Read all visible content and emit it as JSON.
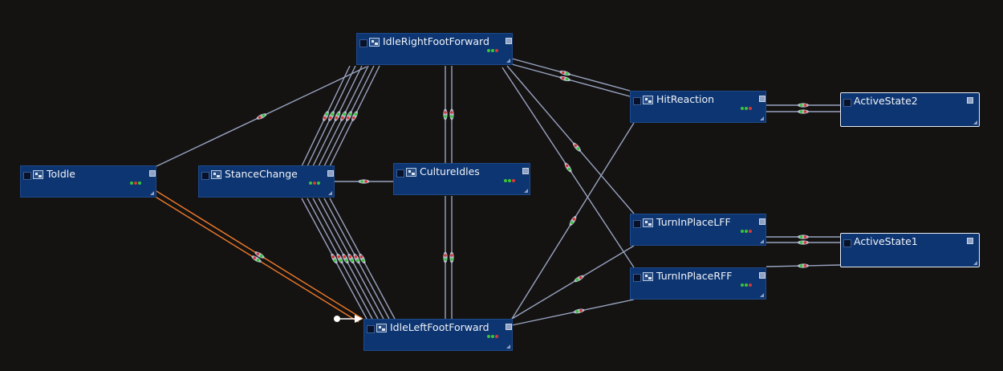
{
  "colors": {
    "background": "#141312",
    "node_fill": "#0d3571",
    "link": "#9aa3c0",
    "link_highlight": "#f07a2a",
    "condition_red": "#d43a3a",
    "condition_green": "#3ac43a"
  },
  "nodes": {
    "toidle": "ToIdle",
    "stance_change": "StanceChange",
    "idle_right": "IdleRightFootForward",
    "culture_idles": "CultureIdles",
    "idle_left": "IdleLeftFootForward",
    "hit_reaction": "HitReaction",
    "turn_lff": "TurnInPlaceLFF",
    "turn_rff": "TurnInPlaceRFF",
    "active_state2": "ActiveState2",
    "active_state1": "ActiveState1"
  },
  "icons": {
    "node_icon": "state-machine-icon",
    "entry_marker": "entry-point-icon"
  }
}
